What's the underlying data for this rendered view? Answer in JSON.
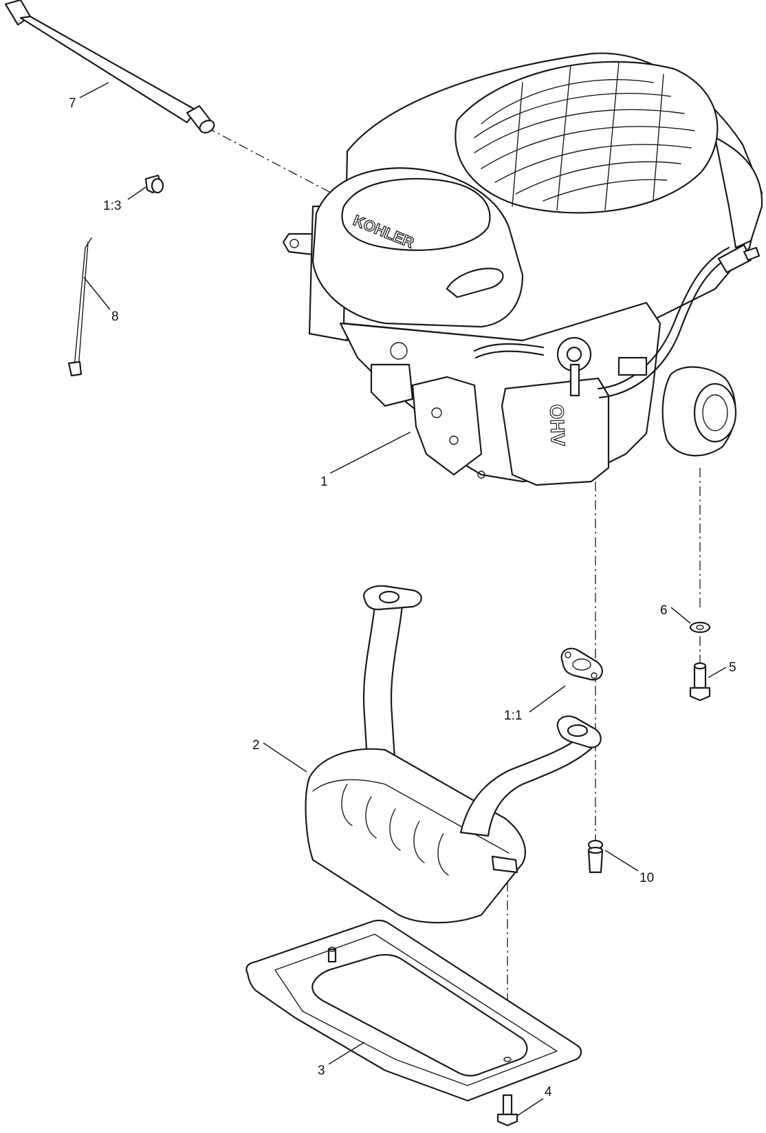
{
  "diagram": {
    "brand_label": "KOHLER",
    "engine_label": "OHV",
    "callouts": [
      {
        "id": "c7",
        "text": "7"
      },
      {
        "id": "c13",
        "text": "1:3"
      },
      {
        "id": "c8",
        "text": "8"
      },
      {
        "id": "c1",
        "text": "1"
      },
      {
        "id": "c6",
        "text": "6"
      },
      {
        "id": "c5",
        "text": "5"
      },
      {
        "id": "c11",
        "text": "1:1"
      },
      {
        "id": "c2",
        "text": "2"
      },
      {
        "id": "c10",
        "text": "10"
      },
      {
        "id": "c3",
        "text": "3"
      },
      {
        "id": "c4",
        "text": "4"
      }
    ]
  }
}
